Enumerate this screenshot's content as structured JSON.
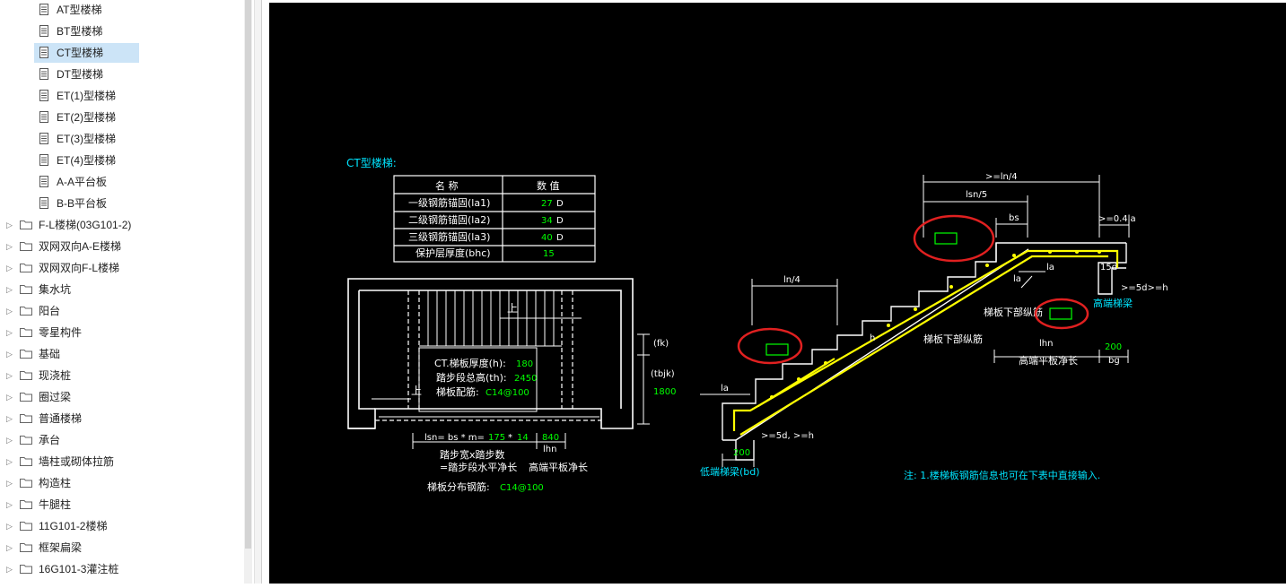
{
  "tree": {
    "leaf_items": [
      {
        "label": "AT型楼梯",
        "selected": false
      },
      {
        "label": "BT型楼梯",
        "selected": false
      },
      {
        "label": "CT型楼梯",
        "selected": true
      },
      {
        "label": "DT型楼梯",
        "selected": false
      },
      {
        "label": "ET(1)型楼梯",
        "selected": false
      },
      {
        "label": "ET(2)型楼梯",
        "selected": false
      },
      {
        "label": "ET(3)型楼梯",
        "selected": false
      },
      {
        "label": "ET(4)型楼梯",
        "selected": false
      },
      {
        "label": "A-A平台板",
        "selected": false
      },
      {
        "label": "B-B平台板",
        "selected": false
      }
    ],
    "folders": [
      {
        "label": "F-L楼梯(03G101-2)"
      },
      {
        "label": "双网双向A-E楼梯"
      },
      {
        "label": "双网双向F-L楼梯"
      },
      {
        "label": "集水坑"
      },
      {
        "label": "阳台"
      },
      {
        "label": "零星构件"
      },
      {
        "label": "基础"
      },
      {
        "label": "现浇桩"
      },
      {
        "label": "圈过梁"
      },
      {
        "label": "普通楼梯"
      },
      {
        "label": "承台"
      },
      {
        "label": "墙柱或砌体拉筋"
      },
      {
        "label": "构造柱"
      },
      {
        "label": "牛腿柱"
      },
      {
        "label": "11G101-2楼梯"
      },
      {
        "label": "框架扁梁"
      },
      {
        "label": "16G101-3灌注桩"
      }
    ]
  },
  "drawing": {
    "title": "CT型楼梯:",
    "table": {
      "headers": [
        "名  称",
        "数  值"
      ],
      "rows": [
        {
          "name": "一级钢筋锚固(la1)",
          "value": "27",
          "unit": "D"
        },
        {
          "name": "二级钢筋锚固(la2)",
          "value": "34",
          "unit": "D"
        },
        {
          "name": "三级钢筋锚固(la3)",
          "value": "40",
          "unit": "D"
        },
        {
          "name": "保护层厚度(bhc)",
          "value": "15",
          "unit": ""
        }
      ]
    },
    "plan": {
      "up_label_1": "上",
      "up_label_2": "上",
      "thickness_label": "CT.梯板厚度(h):",
      "thickness_value": "180",
      "height_label": "踏步段总高(th):",
      "height_value": "2450",
      "rebar_label": "梯板配筋:",
      "rebar_value": "C14@100",
      "fk": "(fk)",
      "tbjk": "(tbjk)",
      "tbjk_value": "1800",
      "lsn_prefix": "lsn= bs * m=",
      "bs_value": "175",
      "star": "*",
      "m_value": "14",
      "lhn_value": "840",
      "lhn_label": "lhn",
      "note_line1": "踏步宽x踏步数",
      "note_line2": "=踏步段水平净长",
      "note_line2b": "高端平板净长",
      "dist_label": "梯板分布钢筋:",
      "dist_value": "C14@100"
    },
    "section": {
      "ln4_top": ">=ln/4",
      "lsn5": "lsn/5",
      "bs": "bs",
      "ge04la": ">=0.4la",
      "ln4_left": "ln/4",
      "la_top": "la",
      "la_mid": "la",
      "d15": "15d",
      "ge5d_right": ">=5d>=h",
      "high_beam": "高端梯梁",
      "bottom_rebar_upper": "梯板下部纵筋",
      "bottom_rebar_lower": "梯板下部纵筋",
      "h_label": "h",
      "lhn": "lhn",
      "bg_value": "200",
      "bg": "bg",
      "high_flat": "高端平板净长",
      "la_left": "la",
      "ge5d_left": ">=5d, >=h",
      "low_value": "200",
      "low_beam": "低端梯梁(bd)",
      "note": "注: 1.楼梯板钢筋信息也可在下表中直接输入."
    },
    "colors": {
      "cad_bg": "#000000",
      "line": "#ffffff",
      "cyan": "#00e5ff",
      "green": "#00ff00",
      "yellow": "#ffff00",
      "red_marker": "#e02020"
    }
  }
}
